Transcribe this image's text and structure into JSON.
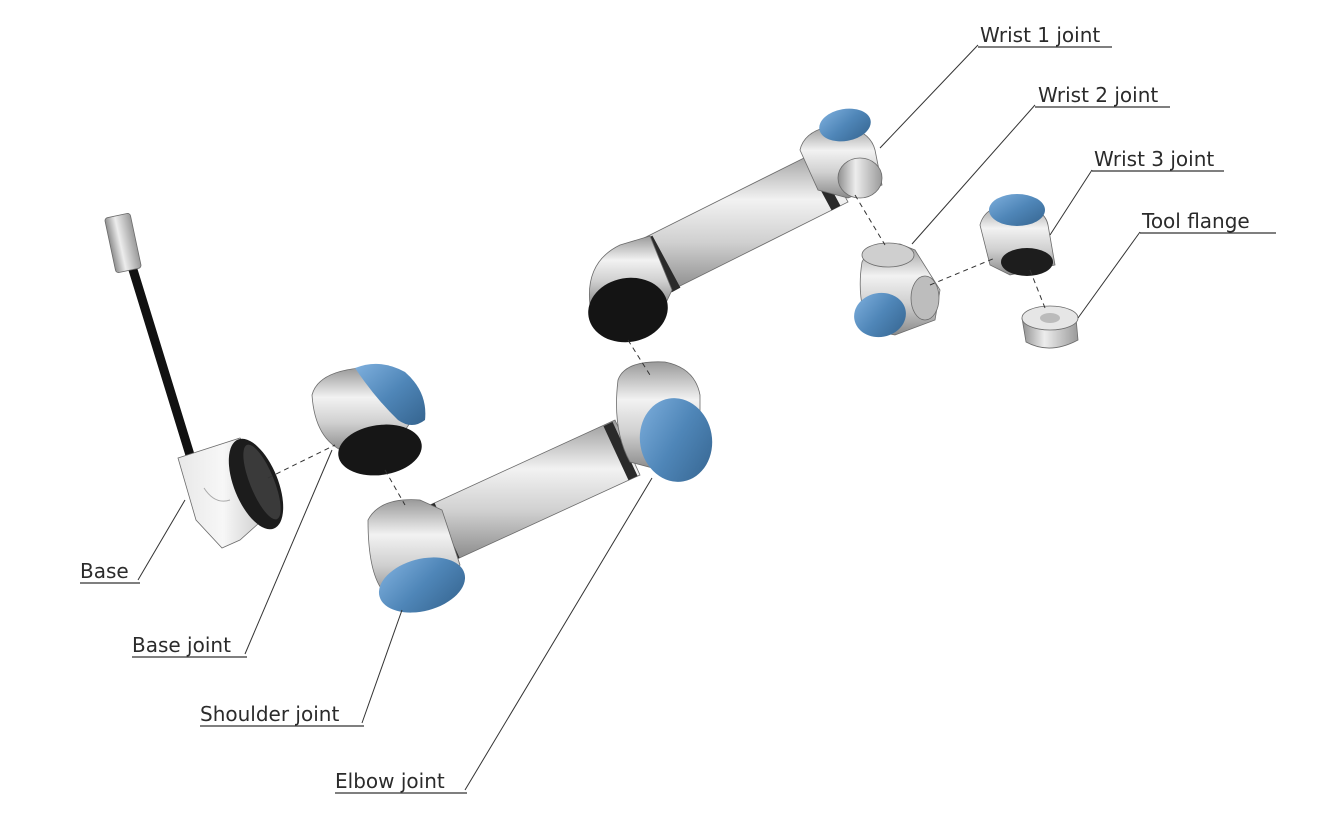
{
  "labels": {
    "base": "Base",
    "base_joint": "Base joint",
    "shoulder_joint": "Shoulder joint",
    "elbow_joint": "Elbow joint",
    "wrist1_joint": "Wrist 1 joint",
    "wrist2_joint": "Wrist 2 joint",
    "wrist3_joint": "Wrist 3 joint",
    "tool_flange": "Tool flange"
  },
  "colors": {
    "joint_cap_blue": "#4f86b8",
    "aluminum": "#c4c4c4",
    "dark_ring": "#2a2a2a",
    "cable": "#151515"
  }
}
